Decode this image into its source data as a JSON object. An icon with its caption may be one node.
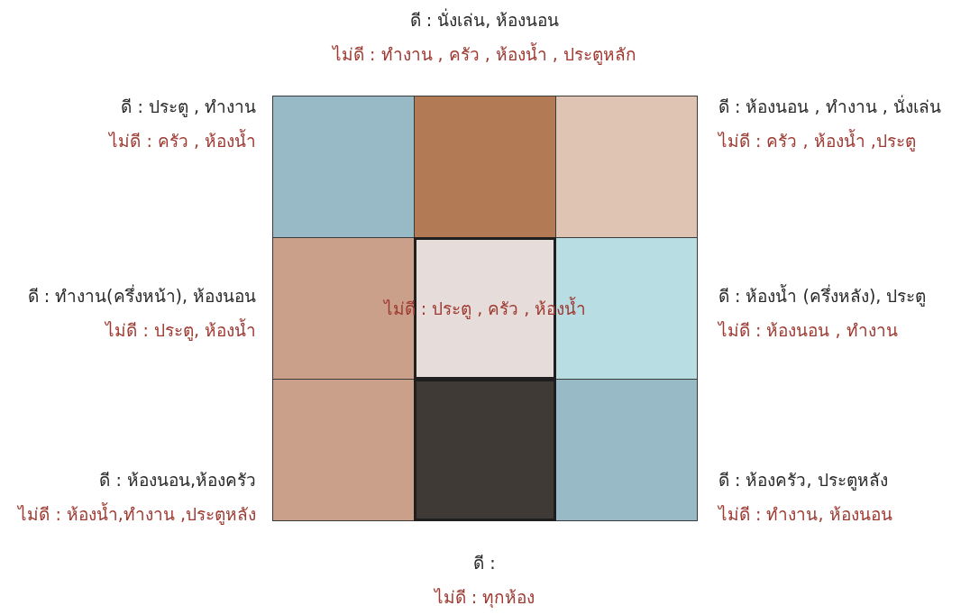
{
  "diagram": {
    "nodes": [
      {
        "text": [],
        "shape": "box",
        "beside": [
          "ดี : ประตู , ทำงาน",
          "ไม่ดี : ครัว , ห้องน้ำ"
        ]
      },
      {
        "text": [],
        "shape": "box",
        "beside": [
          "ดี : นั่งเล่น, ห้องนอน",
          "ไม่ดี : ทำงาน , ครัว , ห้องน้ำ , ประตูหลัก"
        ]
      },
      {
        "text": [],
        "shape": "box",
        "beside": [
          "ดี : ห้องนอน , ทำงาน , นั่งเล่น",
          "ไม่ดี : ครัว , ห้องน้ำ ,ประตู"
        ]
      },
      {
        "text": [],
        "shape": "box",
        "beside": [
          "ดี : ทำงาน(ครึ่งหน้า), ห้องนอน",
          "ไม่ดี : ประตู, ห้องน้ำ"
        ]
      },
      {
        "text": [
          "ไม่ดี : ประตู , ครัว , ห้องน้ำ"
        ]
      },
      {
        "text": [],
        "shape": "box",
        "beside": [
          "ดี : ห้องน้ำ (ครึ่งหลัง), ประตู",
          "ไม่ดี : ห้องนอน , ทำงาน"
        ]
      },
      {
        "text": [],
        "shape": "box",
        "beside": [
          "ดี : ห้องนอน,ห้องครัว",
          "ไม่ดี : ห้องน้ำ,ทำงาน ,ประตูหลัง"
        ]
      },
      {
        "text": [],
        "shape": "box",
        "beside": [
          "ดี :",
          "ไม่ดี : ทุกห้อง"
        ]
      },
      {
        "text": [],
        "shape": "box",
        "beside": [
          "ดี : ห้องครัว, ประตูหลัง",
          "ไม่ดี : ทำงาน, ห้องนอน"
        ]
      }
    ]
  }
}
